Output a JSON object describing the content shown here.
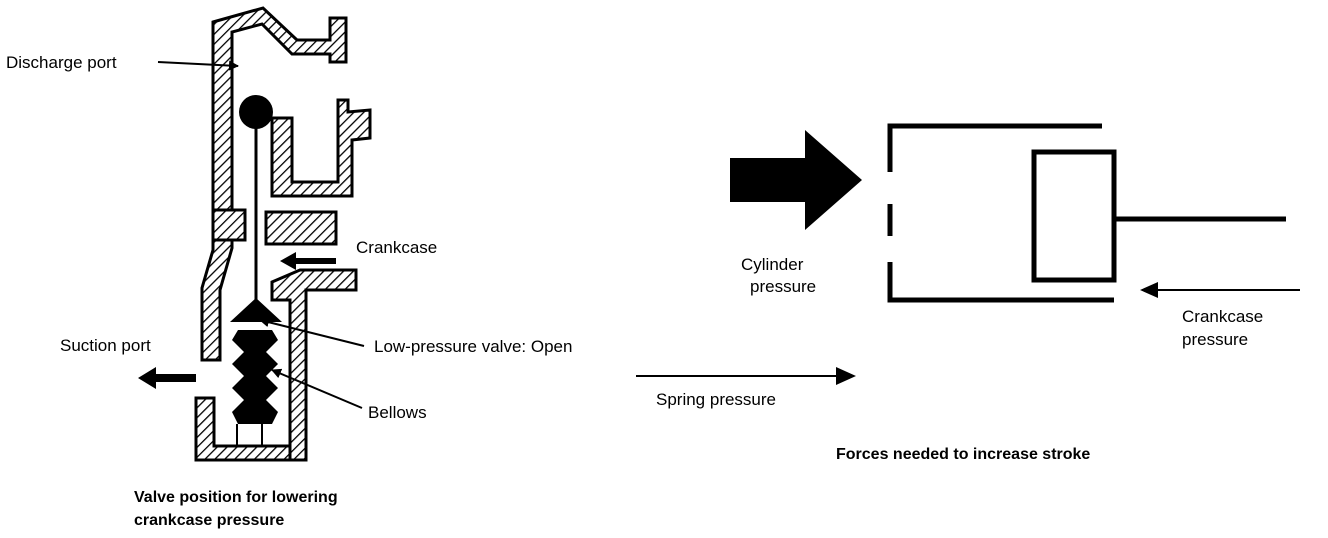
{
  "left_diagram": {
    "labels": {
      "discharge_port": "Discharge port",
      "crankcase": "Crankcase",
      "suction_port": "Suction port",
      "low_pressure_valve": "Low-pressure valve: Open",
      "bellows": "Bellows"
    },
    "caption_line1": "Valve position for lowering",
    "caption_line2": "crankcase pressure"
  },
  "right_diagram": {
    "labels": {
      "cylinder_pressure_line1": "Cylinder",
      "cylinder_pressure_line2": "pressure",
      "crankcase_pressure_line1": "Crankcase",
      "crankcase_pressure_line2": "pressure",
      "spring_pressure": "Spring pressure"
    },
    "caption": "Forces needed to increase stroke"
  }
}
